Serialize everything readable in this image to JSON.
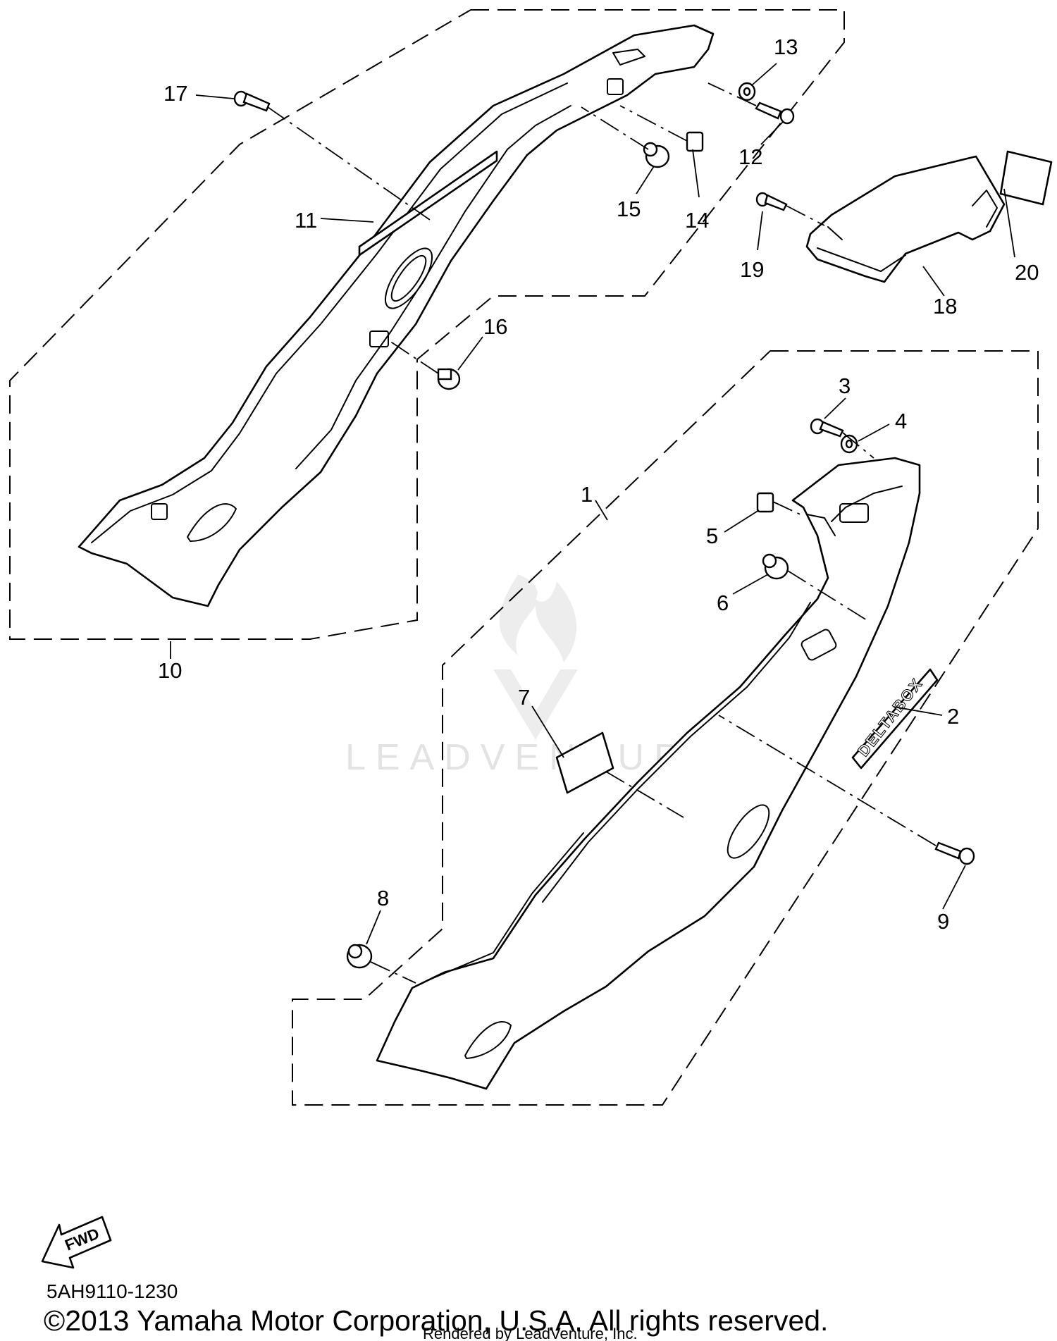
{
  "callouts": [
    "1",
    "2",
    "3",
    "4",
    "5",
    "6",
    "7",
    "8",
    "9",
    "10",
    "11",
    "12",
    "13",
    "14",
    "15",
    "16",
    "17",
    "18",
    "19",
    "20"
  ],
  "decal_text": "DELTABOX",
  "fwd_label": "FWD",
  "diagram_code": "5AH9110-1230",
  "copyright": "©2013 Yamaha Motor Corporation, U.S.A. All rights reserved.",
  "rendered_by": "Rendered by LeadVenture, Inc.",
  "watermark": "LEADVENTURE"
}
